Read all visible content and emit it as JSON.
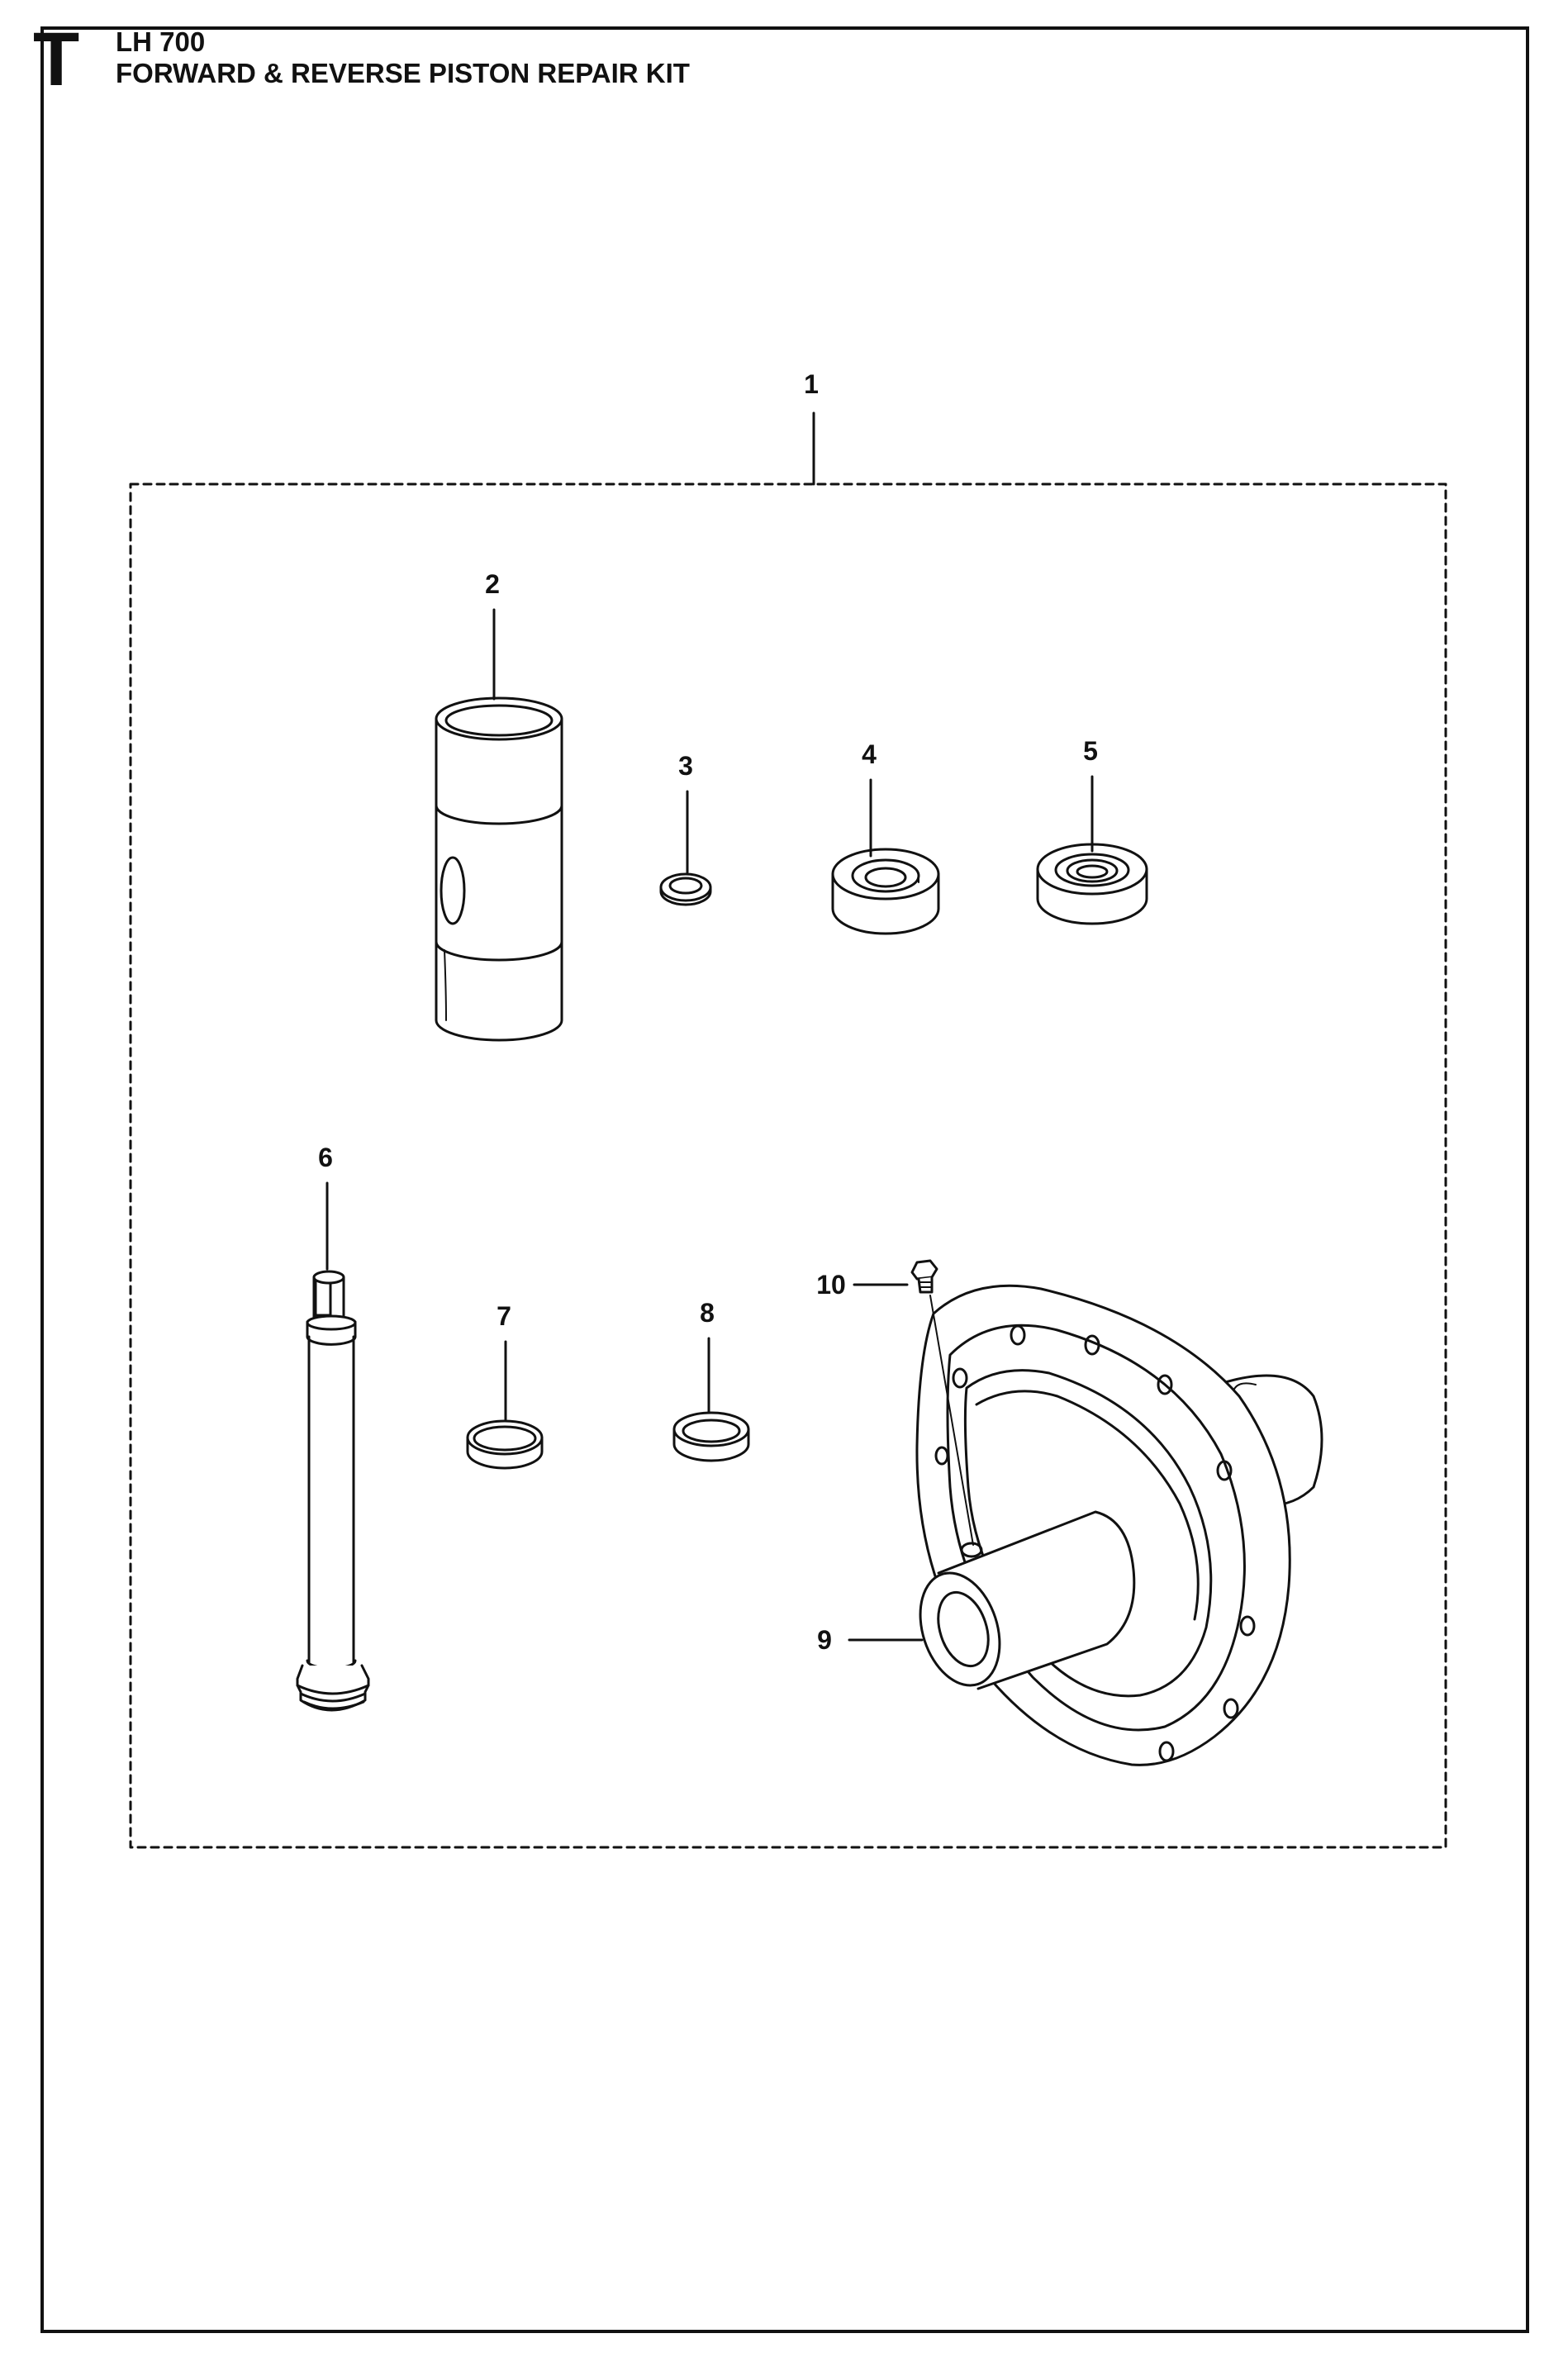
{
  "header": {
    "section_letter": "T",
    "model": "LH 700",
    "title": "FORWARD & REVERSE PISTON REPAIR KIT"
  },
  "callouts": {
    "kit": "1",
    "sleeve": "2",
    "washer": "3",
    "bearing_a": "4",
    "bearing_b": "5",
    "piston_rod": "6",
    "ring_a": "7",
    "ring_b": "8",
    "housing": "9",
    "screw": "10"
  },
  "colors": {
    "line": "#111111",
    "background": "#ffffff"
  }
}
